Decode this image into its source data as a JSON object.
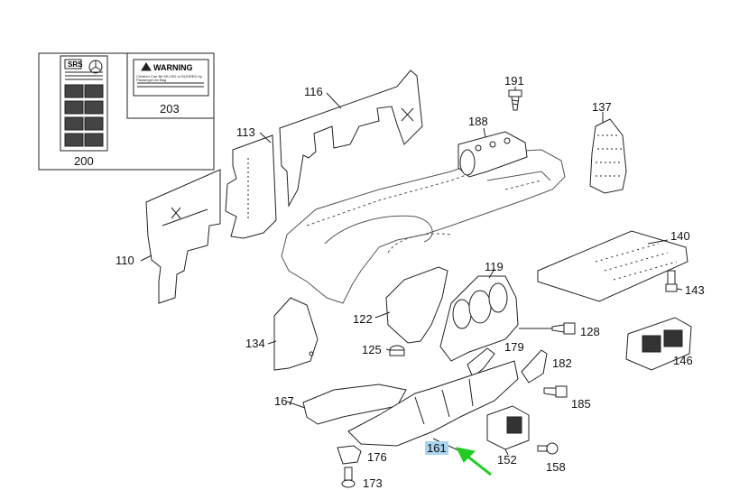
{
  "diagram": {
    "inset_labels": {
      "srs_label": "SRS",
      "warning_title": "WARNING",
      "warning_text": "Children Can Be KILLED or INJURED by Passenger Air Bag"
    },
    "parts": [
      {
        "id": "p200",
        "number": "200"
      },
      {
        "id": "p203",
        "number": "203"
      },
      {
        "id": "p116",
        "number": "116"
      },
      {
        "id": "p113",
        "number": "113"
      },
      {
        "id": "p110",
        "number": "110"
      },
      {
        "id": "p188",
        "number": "188"
      },
      {
        "id": "p191",
        "number": "191"
      },
      {
        "id": "p137",
        "number": "137"
      },
      {
        "id": "p140",
        "number": "140"
      },
      {
        "id": "p143",
        "number": "143"
      },
      {
        "id": "p119",
        "number": "119"
      },
      {
        "id": "p122",
        "number": "122"
      },
      {
        "id": "p128",
        "number": "128"
      },
      {
        "id": "p134",
        "number": "134"
      },
      {
        "id": "p125",
        "number": "125"
      },
      {
        "id": "p179",
        "number": "179"
      },
      {
        "id": "p182",
        "number": "182"
      },
      {
        "id": "p146",
        "number": "146"
      },
      {
        "id": "p167",
        "number": "167"
      },
      {
        "id": "p185",
        "number": "185"
      },
      {
        "id": "p161",
        "number": "161",
        "highlight": true
      },
      {
        "id": "p176",
        "number": "176"
      },
      {
        "id": "p152",
        "number": "152"
      },
      {
        "id": "p158",
        "number": "158"
      },
      {
        "id": "p173",
        "number": "173"
      }
    ],
    "highlight_color": "#a9d4f0",
    "arrow_color": "#22cc22"
  }
}
